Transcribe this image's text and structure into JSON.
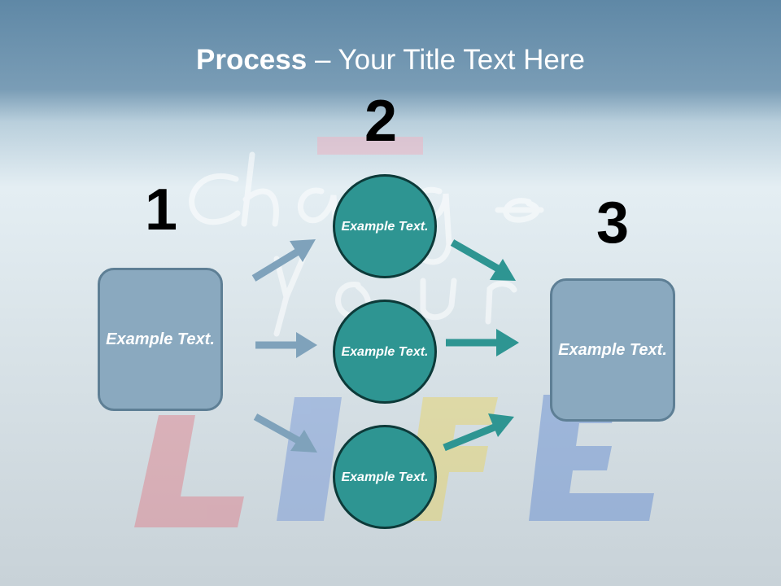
{
  "title": {
    "bold": "Process",
    "rest": " – Your Title Text Here"
  },
  "steps": {
    "one": "1",
    "two": "2",
    "three": "3"
  },
  "left_box": {
    "text": "Example Text."
  },
  "right_box": {
    "text": "Example Text."
  },
  "circles": [
    {
      "text": "Example Text."
    },
    {
      "text": "Example Text."
    },
    {
      "text": "Example Text."
    }
  ],
  "colors": {
    "box_fill": "#8aa9bf",
    "circle_fill": "#2e9592",
    "arrow_left": "#7fa2bb",
    "arrow_right": "#2e9592"
  }
}
